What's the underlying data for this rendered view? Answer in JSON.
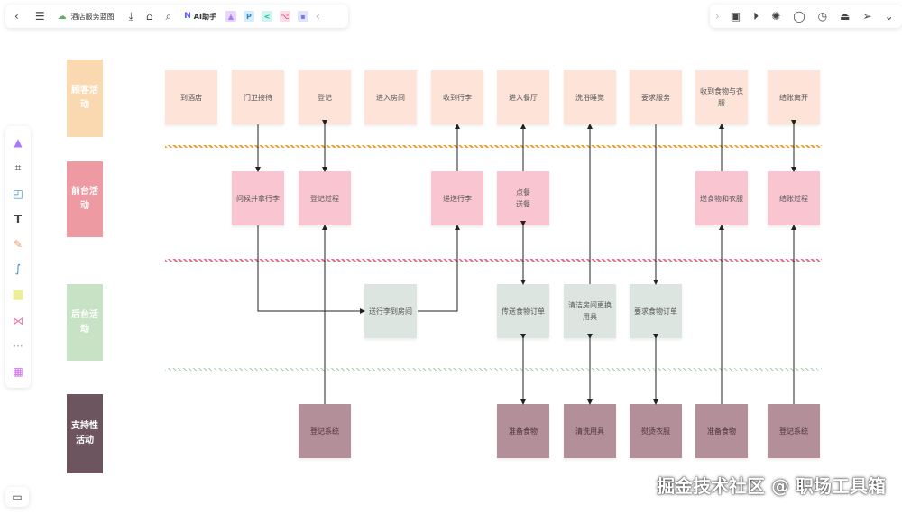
{
  "toolbar": {
    "doc_title": "酒店服务蓝图",
    "ai_label": "AI助手"
  },
  "lanes": [
    {
      "label": "顾客活动",
      "color": "#fbd9b0"
    },
    {
      "label": "前台活动",
      "color": "#ee9aa3"
    },
    {
      "label": "后台活动",
      "color": "#c8e2c6"
    },
    {
      "label": "支持性活动",
      "color": "#6d5560"
    }
  ],
  "customer": [
    "到酒店",
    "门卫接待",
    "登记",
    "进入房间",
    "收到行李",
    "进入餐厅",
    "洗浴睡觉",
    "要求服务",
    "收到食物与衣服",
    "结账离开"
  ],
  "front": [
    "问候并拿行李",
    "登记过程",
    "递送行李",
    "点餐\n送餐",
    "送食物和衣服",
    "结账过程"
  ],
  "back": [
    "送行李到房间",
    "传送食物订单",
    "清洁房间更换用具",
    "要求食物订单"
  ],
  "support": [
    "登记系统",
    "准备食物",
    "清洗用具",
    "熨烫衣服",
    "准备食物",
    "登记系统"
  ],
  "separator_colors": [
    "#f0a030",
    "#e8708a",
    "#9cd0a8"
  ],
  "watermark": "掘金技术社区 @ 职场工具箱"
}
